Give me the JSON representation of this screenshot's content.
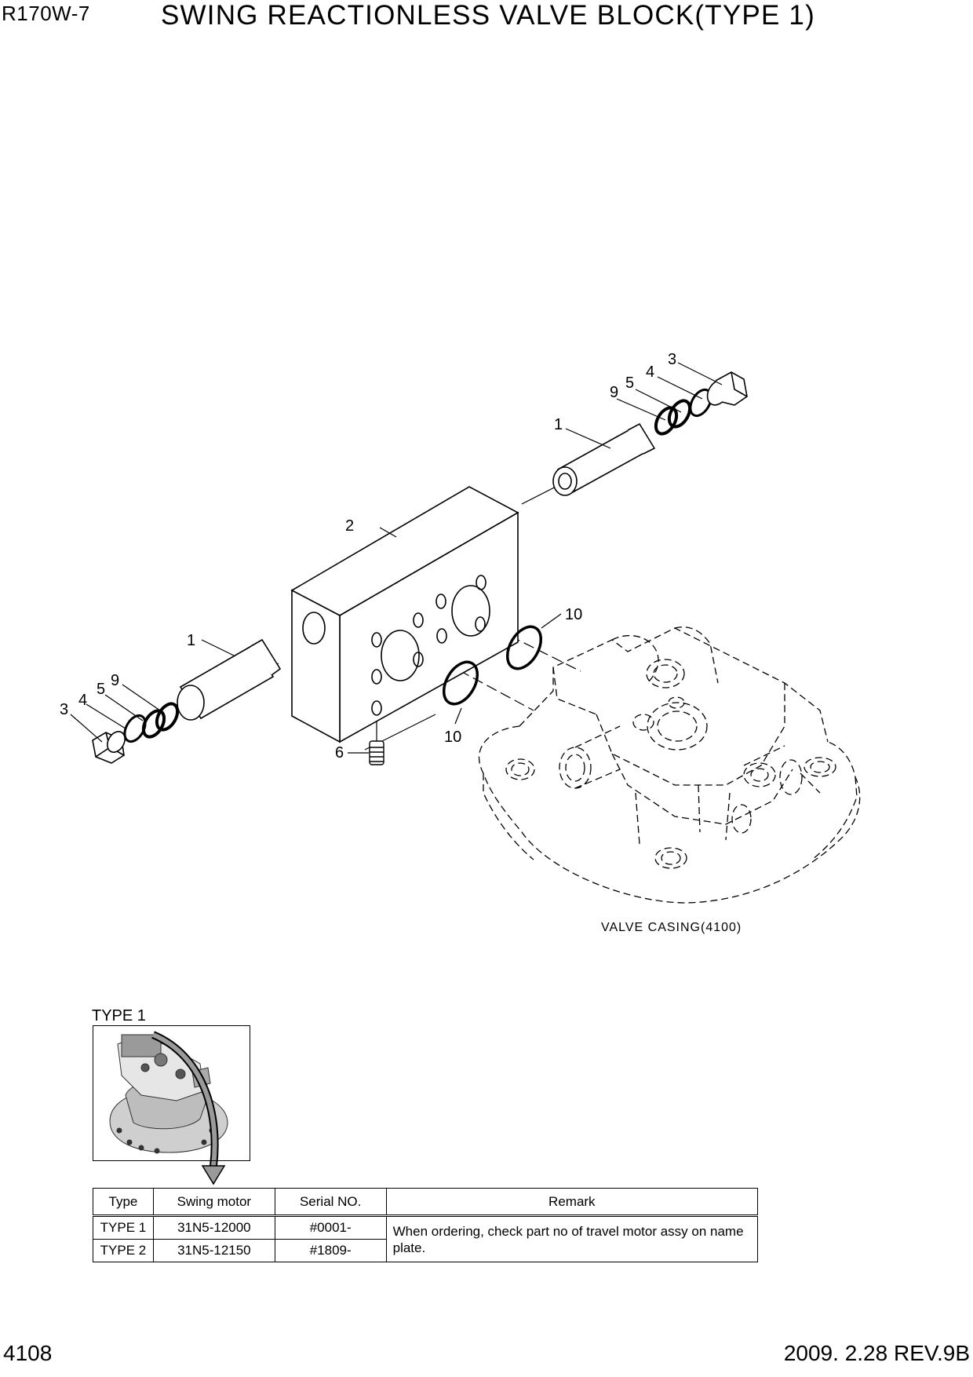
{
  "header": {
    "model": "R170W-7",
    "title": "SWING REACTIONLESS VALVE BLOCK(TYPE 1)"
  },
  "diagram": {
    "callouts": [
      "1",
      "2",
      "3",
      "4",
      "5",
      "6",
      "9",
      "10"
    ],
    "casing_label": "VALVE CASING(4100)"
  },
  "type_section": {
    "label": "TYPE 1",
    "table": {
      "headers": [
        "Type",
        "Swing motor",
        "Serial NO.",
        "Remark"
      ],
      "rows": [
        {
          "type": "TYPE 1",
          "swing_motor": "31N5-12000",
          "serial": "#0001-"
        },
        {
          "type": "TYPE 2",
          "swing_motor": "31N5-12150",
          "serial": "#1809-"
        }
      ],
      "remark": "When ordering, check part no of travel motor assy on name plate."
    }
  },
  "footer": {
    "page": "4108",
    "revision": "2009. 2.28  REV.9B"
  }
}
